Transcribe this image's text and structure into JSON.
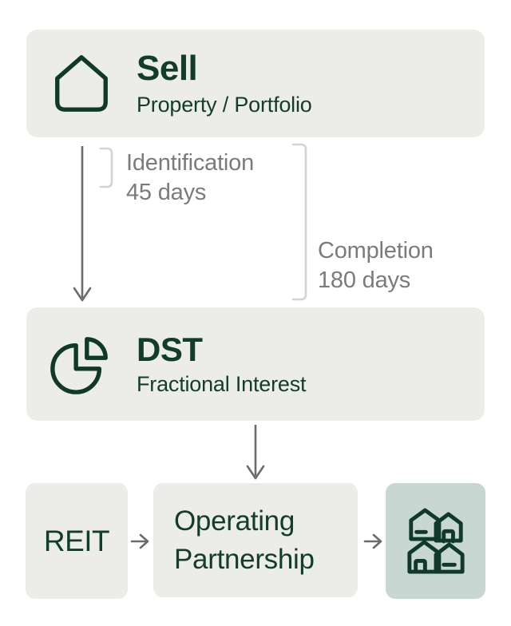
{
  "colors": {
    "accent_green": "#123D2C",
    "icon_green": "#0F3A29",
    "box_bg": "#ECECE9",
    "teal_bg": "#C9D7D2",
    "gray_text": "#7B7B7B",
    "arrow_gray": "#6C6C6C",
    "bracket_gray": "#D3D3D3",
    "page_bg": "#FFFFFF"
  },
  "flow": {
    "sell": {
      "title": "Sell",
      "subtitle": "Property / Portfolio",
      "icon": "house-icon"
    },
    "timeline": {
      "identification": {
        "label": "Identification",
        "duration": "45 days"
      },
      "completion": {
        "label": "Completion",
        "duration": "180 days"
      }
    },
    "dst": {
      "title": "DST",
      "subtitle": "Fractional Interest",
      "icon": "pie-chart-icon"
    },
    "bottom_row": {
      "reit": {
        "label": "REIT"
      },
      "operating_partnership": {
        "label": "Operating Partnership"
      },
      "properties": {
        "icon": "houses-icon"
      }
    }
  }
}
